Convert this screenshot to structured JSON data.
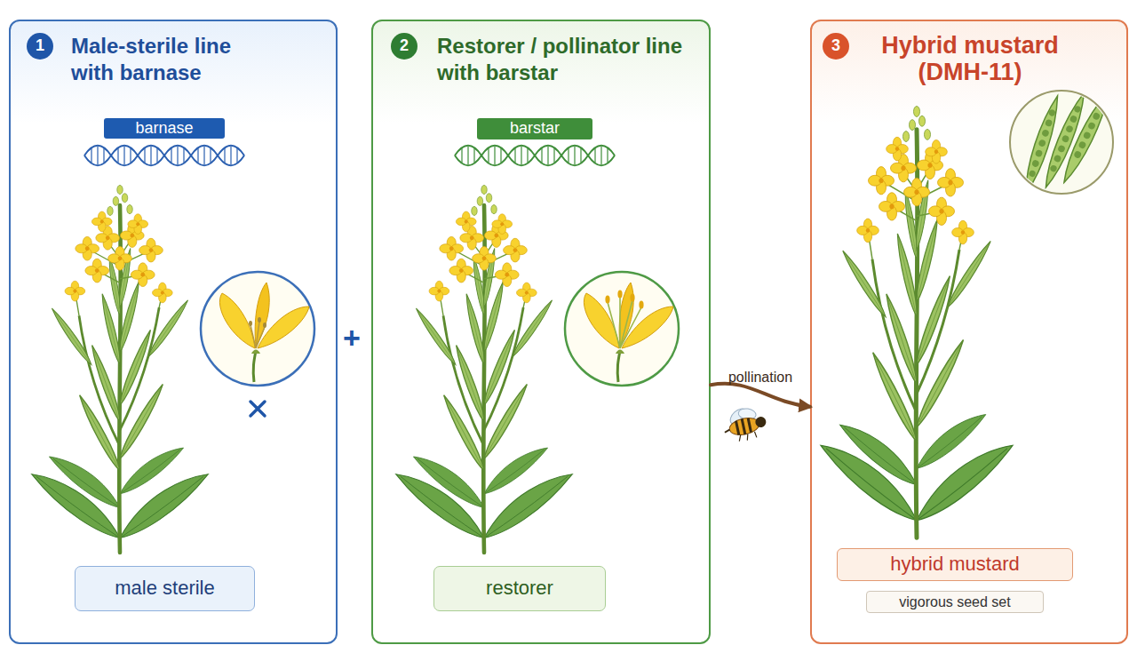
{
  "diagram": {
    "nodes": [
      {
        "text": [
          "Male-sterile line with barnase"
        ]
      },
      {
        "text": [
          "1"
        ],
        "in": 0
      },
      {
        "text": [
          "barnase"
        ],
        "in": 0
      },
      {
        "text": [
          "male sterile"
        ],
        "in": 0
      },
      {
        "text": [
          "Restorer / pollinator line with barstar"
        ]
      },
      {
        "text": [
          "2"
        ],
        "in": 4
      },
      {
        "text": [
          "barstar"
        ],
        "in": 4
      },
      {
        "text": [
          "restorer"
        ],
        "in": 4
      },
      {
        "text": [
          "Hybrid mustard (DMH-11)"
        ]
      },
      {
        "text": [
          "3"
        ],
        "in": 8
      },
      {
        "text": [
          "hybrid mustard"
        ],
        "in": 8
      },
      {
        "text": [
          "vigorous seed set"
        ],
        "in": 8
      }
    ],
    "edges": [
      {
        "from": 4,
        "to": 8,
        "label": "pollination",
        "arrow": "to"
      }
    ],
    "labels": [
      "+"
    ]
  }
}
